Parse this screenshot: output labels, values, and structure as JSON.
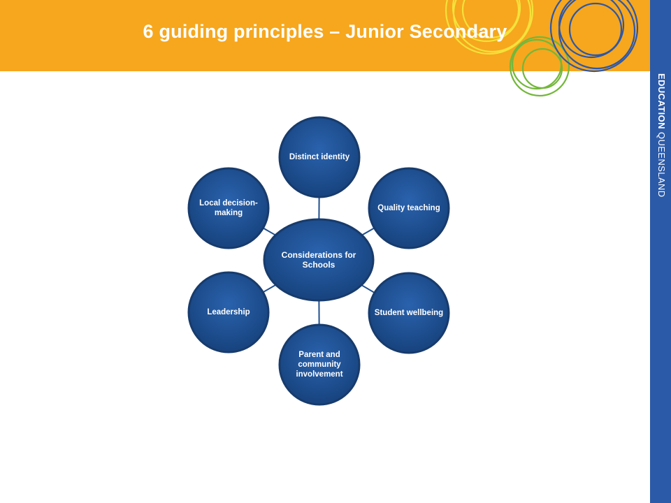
{
  "header": {
    "title": "6 guiding principles – Junior Secondary"
  },
  "branding": {
    "strong": "EDUCATION",
    "light": " QUEENSLAND"
  },
  "diagram": {
    "center": "Considerations for Schools",
    "nodes": [
      {
        "label": "Distinct identity"
      },
      {
        "label": "Quality teaching"
      },
      {
        "label": "Student wellbeing"
      },
      {
        "label": "Parent and community involvement"
      },
      {
        "label": "Leadership"
      },
      {
        "label": "Local decision-making"
      }
    ]
  },
  "colors": {
    "header_orange": "#f6a71e",
    "node_blue": "#1f4f8f",
    "node_edge": "#173b6c",
    "side_blue": "#2b5aa8"
  }
}
